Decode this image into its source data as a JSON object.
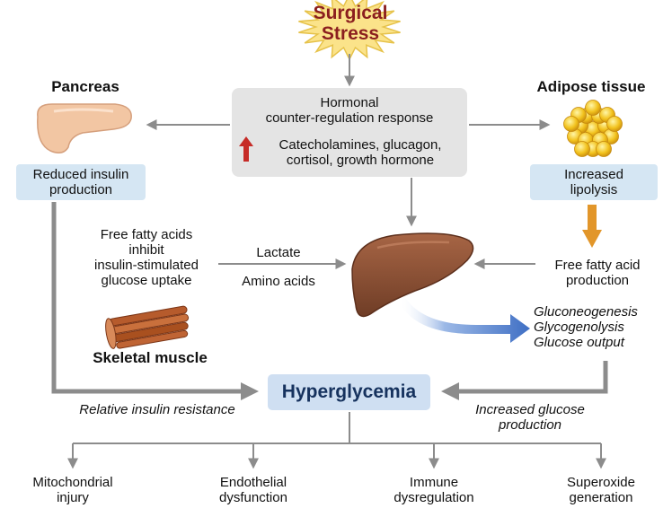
{
  "stress": {
    "line1": "Surgical",
    "line2": "Stress"
  },
  "hormonal": {
    "title1": "Hormonal",
    "title2": "counter-regulation response",
    "list1": "Catecholamines, glucagon,",
    "list2": "cortisol, growth hormone"
  },
  "pancreas": {
    "label": "Pancreas",
    "effect1": "Reduced insulin",
    "effect2": "production"
  },
  "adipose": {
    "label": "Adipose tissue",
    "effect1": "Increased",
    "effect2": "lipolysis"
  },
  "ffa_inhibit": {
    "line1": "Free fatty acids",
    "line2": "inhibit",
    "line3": "insulin-stimulated",
    "line4": "glucose uptake"
  },
  "lactate": "Lactate",
  "amino": "Amino acids",
  "ffa_production": {
    "line1": "Free fatty acid",
    "line2": "production"
  },
  "liver_outputs": {
    "line1": "Gluconeogenesis",
    "line2": "Glycogenolysis",
    "line3": "Glucose output"
  },
  "muscle": {
    "label": "Skeletal muscle"
  },
  "hyperglycemia": "Hyperglycemia",
  "relative_resistance": "Relative insulin resistance",
  "increased_glucose": {
    "line1": "Increased glucose",
    "line2": "production"
  },
  "outcomes": [
    {
      "line1": "Mitochondrial",
      "line2": "injury"
    },
    {
      "line1": "Endothelial",
      "line2": "dysfunction"
    },
    {
      "line1": "Immune",
      "line2": "dysregulation"
    },
    {
      "line1": "Superoxide",
      "line2": "generation"
    }
  ],
  "colors": {
    "arrow_gray": "#8c8c8c",
    "arrow_orange": "#e2962a",
    "arrow_blue": "#3f6fc4",
    "arrow_red": "#c62b27",
    "burst_fill": "#fbe38a",
    "liver": "#8a4f33",
    "pancreas": "#f2c6a3",
    "fat": "#f2c21d",
    "muscle": "#b65b2c"
  },
  "icons": [
    "starburst-icon",
    "pancreas-icon",
    "adipose-icon",
    "liver-icon",
    "muscle-icon",
    "up-arrow-icon"
  ]
}
